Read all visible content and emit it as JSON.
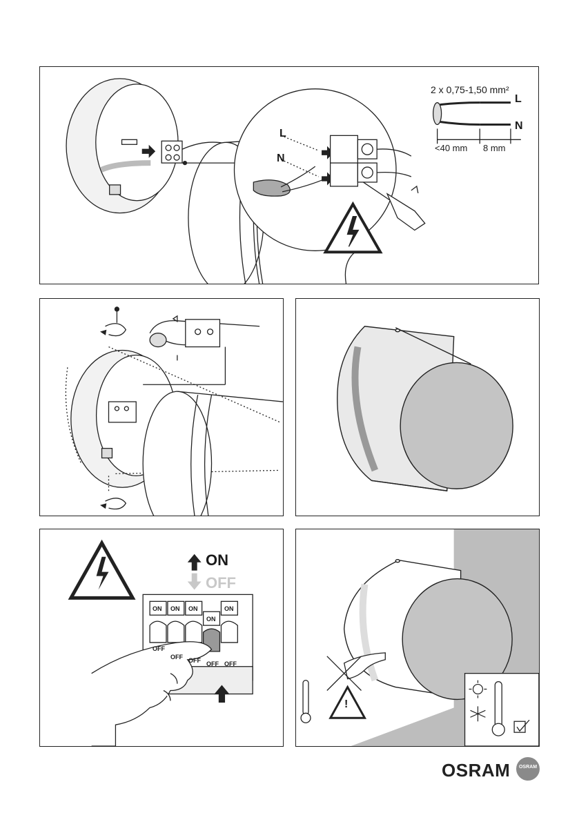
{
  "panel1": {
    "spec_label": "2 x 0,75-1,50 mm²",
    "wire_L": "L",
    "wire_N": "N",
    "dim_strip": "<40 mm",
    "dim_bare": "8 mm",
    "detail_L": "L",
    "detail_N": "N"
  },
  "panel4": {
    "switch_on": "ON",
    "switch_off": "OFF",
    "breaker_on": [
      "ON",
      "ON",
      "ON",
      "ON",
      "ON"
    ],
    "breaker_off": [
      "OFF",
      "OFF",
      "OFF",
      "OFF",
      "OFF"
    ]
  },
  "panel5": {
    "warning_mark": "!"
  },
  "brand": {
    "name": "OSRAM",
    "mark_text": "OSRAM"
  },
  "icons": [
    "electric-hazard-icon",
    "screwdriver-icon",
    "rotate-icon",
    "screw-icon",
    "thermometer-icon",
    "sun-icon",
    "snowflake-icon",
    "checkbox-icon",
    "hand-icon",
    "arrow-up-icon",
    "arrow-down-icon"
  ],
  "colors": {
    "line": "#222222",
    "wall": "#bdbdbd",
    "fixture_front": "#c4c4c4",
    "ring": "#e0e0e0"
  }
}
